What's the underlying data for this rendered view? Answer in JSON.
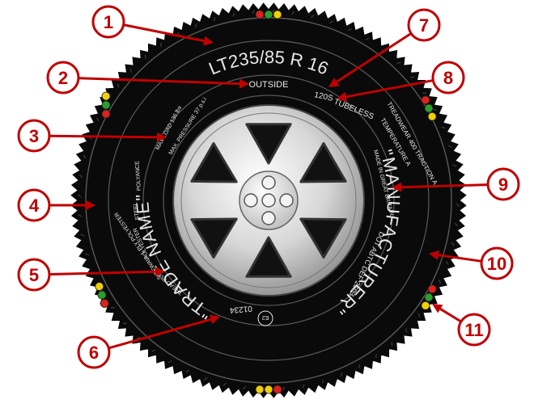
{
  "tire_text": {
    "size": "LT235/85 R 16",
    "outside": "OUTSIDE",
    "load_index": "120S",
    "tubeless": "TUBELESS",
    "trade_name": "\"TRADE NAME\"",
    "manufacturer": "\"MANUFACTURER\"",
    "max_load": "MAX LOAD 136 lbs",
    "max_pressure": "MAX. PRESSURE 37 p.s.i",
    "treadwear": "TREADWEAR 400 TRACTION A",
    "temperature": "TEMPERATURE A",
    "made_in": "MADE IN GREAT BRITAIN",
    "dot": "DOT ABTC DEF 2503",
    "plies_steel": "STEEL",
    "plies_polyamide": "POLYANCE",
    "plies_polyester": "POLYESTER",
    "sidewall": "SIDEWALL 1 PLY POLYESTER",
    "tread_plies": "TREAD PLIES",
    "e_mark": "E2",
    "approval": "01234"
  },
  "callouts": [
    "1",
    "2",
    "3",
    "4",
    "5",
    "6",
    "7",
    "8",
    "9",
    "10",
    "11"
  ],
  "colors": {
    "callout": "#c00000",
    "tire": "#0a0a0a",
    "wheel": "#d9d9d9",
    "indicator_red": "#e0201a",
    "indicator_green": "#2aa02a",
    "indicator_yellow": "#f0d000"
  }
}
